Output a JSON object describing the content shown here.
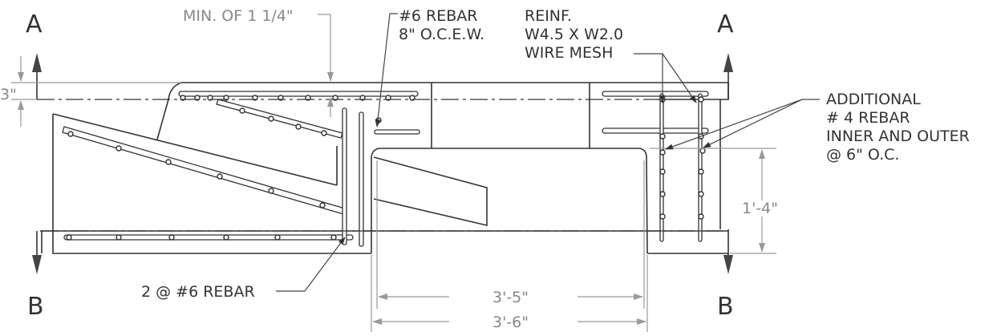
{
  "section_marks": {
    "a_left": "A",
    "a_right": "A",
    "b_left": "B",
    "b_right": "B"
  },
  "callouts": {
    "min_cover": "MIN. OF 1 1/4\"",
    "rebar_6_line1": "#6 REBAR",
    "rebar_6_line2": "8\" O.C.E.W.",
    "reinf_line1": "REINF.",
    "reinf_line2": "W4.5 X W2.0",
    "reinf_line3": "WIRE MESH",
    "additional_line1": "ADDITIONAL",
    "additional_line2": "# 4 REBAR",
    "additional_line3": "INNER AND OUTER",
    "additional_line4": "@ 6\" O.C.",
    "two_rebar": "2 @ #6 REBAR"
  },
  "dimensions": {
    "top_cover": "3\"",
    "height": "1'-4\"",
    "inner_width": "3'-5\"",
    "outer_width": "3'-6\""
  },
  "colors": {
    "linework": "#333333",
    "dimension": "#999999"
  }
}
